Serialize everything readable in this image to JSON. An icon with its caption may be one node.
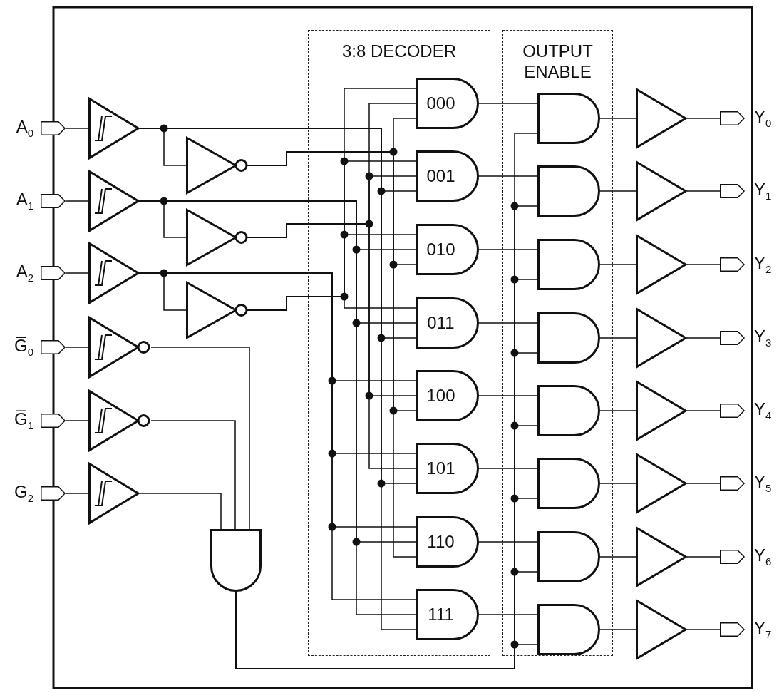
{
  "diagram": {
    "nodes": [
      {
        "text": [
          "3:8 DECODER"
        ]
      },
      {
        "text": [
          "OUTPUT ENABLE"
        ]
      },
      {
        "text": [],
        "shape": "pin",
        "beside": [
          "A$_{0}$"
        ]
      },
      {
        "text": [],
        "shape": "pin",
        "beside": [
          "A$_{1}$"
        ]
      },
      {
        "text": [],
        "shape": "pin",
        "beside": [
          "A$_{2}$"
        ]
      },
      {
        "text": [],
        "shape": "pin",
        "beside": [
          "G̅$_{0}$"
        ]
      },
      {
        "text": [],
        "shape": "pin",
        "beside": [
          "G̅$_{1}$"
        ]
      },
      {
        "text": [],
        "shape": "pin",
        "beside": [
          "G$_{2}$"
        ]
      },
      {
        "text": [],
        "shape": "triangle"
      },
      {
        "text": [],
        "shape": "triangle"
      },
      {
        "text": [],
        "shape": "triangle"
      },
      {
        "text": [],
        "shape": "triangle"
      },
      {
        "text": [],
        "shape": "triangle"
      },
      {
        "text": [],
        "shape": "triangle"
      },
      {
        "text": [],
        "shape": "triangle"
      },
      {
        "text": [],
        "shape": "triangle"
      },
      {
        "text": [],
        "shape": "triangle"
      },
      {
        "text": [],
        "shape": "gate"
      },
      {
        "text": [
          "000"
        ],
        "in": 0
      },
      {
        "text": [
          "001"
        ],
        "in": 0
      },
      {
        "text": [
          "010"
        ],
        "in": 0
      },
      {
        "text": [
          "011"
        ],
        "in": 0
      },
      {
        "text": [
          "100"
        ],
        "in": 0
      },
      {
        "text": [
          "101"
        ],
        "in": 0
      },
      {
        "text": [
          "110"
        ],
        "in": 0
      },
      {
        "text": [
          "111"
        ],
        "in": 0
      },
      {
        "text": [],
        "shape": "gate",
        "in": 1
      },
      {
        "text": [],
        "shape": "gate",
        "in": 1
      },
      {
        "text": [],
        "shape": "gate",
        "in": 1
      },
      {
        "text": [],
        "shape": "gate",
        "in": 1
      },
      {
        "text": [],
        "shape": "gate",
        "in": 1
      },
      {
        "text": [],
        "shape": "gate",
        "in": 1
      },
      {
        "text": [],
        "shape": "gate",
        "in": 1
      },
      {
        "text": [],
        "shape": "gate",
        "in": 1
      },
      {
        "text": [],
        "shape": "triangle"
      },
      {
        "text": [],
        "shape": "triangle"
      },
      {
        "text": [],
        "shape": "triangle"
      },
      {
        "text": [],
        "shape": "triangle"
      },
      {
        "text": [],
        "shape": "triangle"
      },
      {
        "text": [],
        "shape": "triangle"
      },
      {
        "text": [],
        "shape": "triangle"
      },
      {
        "text": [],
        "shape": "triangle"
      },
      {
        "text": [],
        "shape": "pin",
        "beside": [
          "Y$_{0}$"
        ]
      },
      {
        "text": [],
        "shape": "pin",
        "beside": [
          "Y$_{1}$"
        ]
      },
      {
        "text": [],
        "shape": "pin",
        "beside": [
          "Y$_{2}$"
        ]
      },
      {
        "text": [],
        "shape": "pin",
        "beside": [
          "Y$_{3}$"
        ]
      },
      {
        "text": [],
        "shape": "pin",
        "beside": [
          "Y$_{4}$"
        ]
      },
      {
        "text": [],
        "shape": "pin",
        "beside": [
          "Y$_{5}$"
        ]
      },
      {
        "text": [],
        "shape": "pin",
        "beside": [
          "Y$_{6}$"
        ]
      },
      {
        "text": [],
        "shape": "pin",
        "beside": [
          "Y$_{7}$"
        ]
      }
    ],
    "edges": [
      {
        "from": 2,
        "to": 8,
        "arrow": "none"
      },
      {
        "from": 3,
        "to": 9,
        "arrow": "none"
      },
      {
        "from": 4,
        "to": 10,
        "arrow": "none"
      },
      {
        "from": 5,
        "to": 11,
        "arrow": "none"
      },
      {
        "from": 6,
        "to": 12,
        "arrow": "none"
      },
      {
        "from": 7,
        "to": 13,
        "arrow": "none"
      },
      {
        "from": 8,
        "to": 14,
        "arrow": "none"
      },
      {
        "from": 9,
        "to": 15,
        "arrow": "none"
      },
      {
        "from": 10,
        "to": 16,
        "arrow": "none"
      },
      {
        "from": 16,
        "to": 18,
        "arrow": "none"
      },
      {
        "from": 15,
        "to": 18,
        "arrow": "none"
      },
      {
        "from": 14,
        "to": 18,
        "arrow": "none"
      },
      {
        "from": 16,
        "to": 19,
        "arrow": "none"
      },
      {
        "from": 15,
        "to": 19,
        "arrow": "none"
      },
      {
        "from": 8,
        "to": 19,
        "arrow": "none"
      },
      {
        "from": 16,
        "to": 20,
        "arrow": "none"
      },
      {
        "from": 9,
        "to": 20,
        "arrow": "none"
      },
      {
        "from": 14,
        "to": 20,
        "arrow": "none"
      },
      {
        "from": 16,
        "to": 21,
        "arrow": "none"
      },
      {
        "from": 9,
        "to": 21,
        "arrow": "none"
      },
      {
        "from": 8,
        "to": 21,
        "arrow": "none"
      },
      {
        "from": 10,
        "to": 22,
        "arrow": "none"
      },
      {
        "from": 15,
        "to": 22,
        "arrow": "none"
      },
      {
        "from": 14,
        "to": 22,
        "arrow": "none"
      },
      {
        "from": 10,
        "to": 23,
        "arrow": "none"
      },
      {
        "from": 15,
        "to": 23,
        "arrow": "none"
      },
      {
        "from": 8,
        "to": 23,
        "arrow": "none"
      },
      {
        "from": 10,
        "to": 24,
        "arrow": "none"
      },
      {
        "from": 9,
        "to": 24,
        "arrow": "none"
      },
      {
        "from": 14,
        "to": 24,
        "arrow": "none"
      },
      {
        "from": 10,
        "to": 25,
        "arrow": "none"
      },
      {
        "from": 9,
        "to": 25,
        "arrow": "none"
      },
      {
        "from": 8,
        "to": 25,
        "arrow": "none"
      },
      {
        "from": 11,
        "to": 17,
        "arrow": "none"
      },
      {
        "from": 12,
        "to": 17,
        "arrow": "none"
      },
      {
        "from": 13,
        "to": 17,
        "arrow": "none"
      },
      {
        "from": 17,
        "to": 26,
        "arrow": "none"
      },
      {
        "from": 17,
        "to": 27,
        "arrow": "none"
      },
      {
        "from": 17,
        "to": 28,
        "arrow": "none"
      },
      {
        "from": 17,
        "to": 29,
        "arrow": "none"
      },
      {
        "from": 17,
        "to": 30,
        "arrow": "none"
      },
      {
        "from": 17,
        "to": 31,
        "arrow": "none"
      },
      {
        "from": 17,
        "to": 32,
        "arrow": "none"
      },
      {
        "from": 17,
        "to": 33,
        "arrow": "none"
      },
      {
        "from": 18,
        "to": 26,
        "arrow": "none"
      },
      {
        "from": 19,
        "to": 27,
        "arrow": "none"
      },
      {
        "from": 20,
        "to": 28,
        "arrow": "none"
      },
      {
        "from": 21,
        "to": 29,
        "arrow": "none"
      },
      {
        "from": 22,
        "to": 30,
        "arrow": "none"
      },
      {
        "from": 23,
        "to": 31,
        "arrow": "none"
      },
      {
        "from": 24,
        "to": 32,
        "arrow": "none"
      },
      {
        "from": 25,
        "to": 33,
        "arrow": "none"
      },
      {
        "from": 26,
        "to": 34,
        "arrow": "none"
      },
      {
        "from": 27,
        "to": 35,
        "arrow": "none"
      },
      {
        "from": 28,
        "to": 36,
        "arrow": "none"
      },
      {
        "from": 29,
        "to": 37,
        "arrow": "none"
      },
      {
        "from": 30,
        "to": 38,
        "arrow": "none"
      },
      {
        "from": 31,
        "to": 39,
        "arrow": "none"
      },
      {
        "from": 32,
        "to": 40,
        "arrow": "none"
      },
      {
        "from": 33,
        "to": 41,
        "arrow": "none"
      },
      {
        "from": 34,
        "to": 42,
        "arrow": "none"
      },
      {
        "from": 35,
        "to": 43,
        "arrow": "none"
      },
      {
        "from": 36,
        "to": 44,
        "arrow": "none"
      },
      {
        "from": 37,
        "to": 45,
        "arrow": "none"
      },
      {
        "from": 38,
        "to": 46,
        "arrow": "none"
      },
      {
        "from": 39,
        "to": 47,
        "arrow": "none"
      },
      {
        "from": 40,
        "to": 48,
        "arrow": "none"
      },
      {
        "from": 41,
        "to": 49,
        "arrow": "none"
      }
    ]
  }
}
